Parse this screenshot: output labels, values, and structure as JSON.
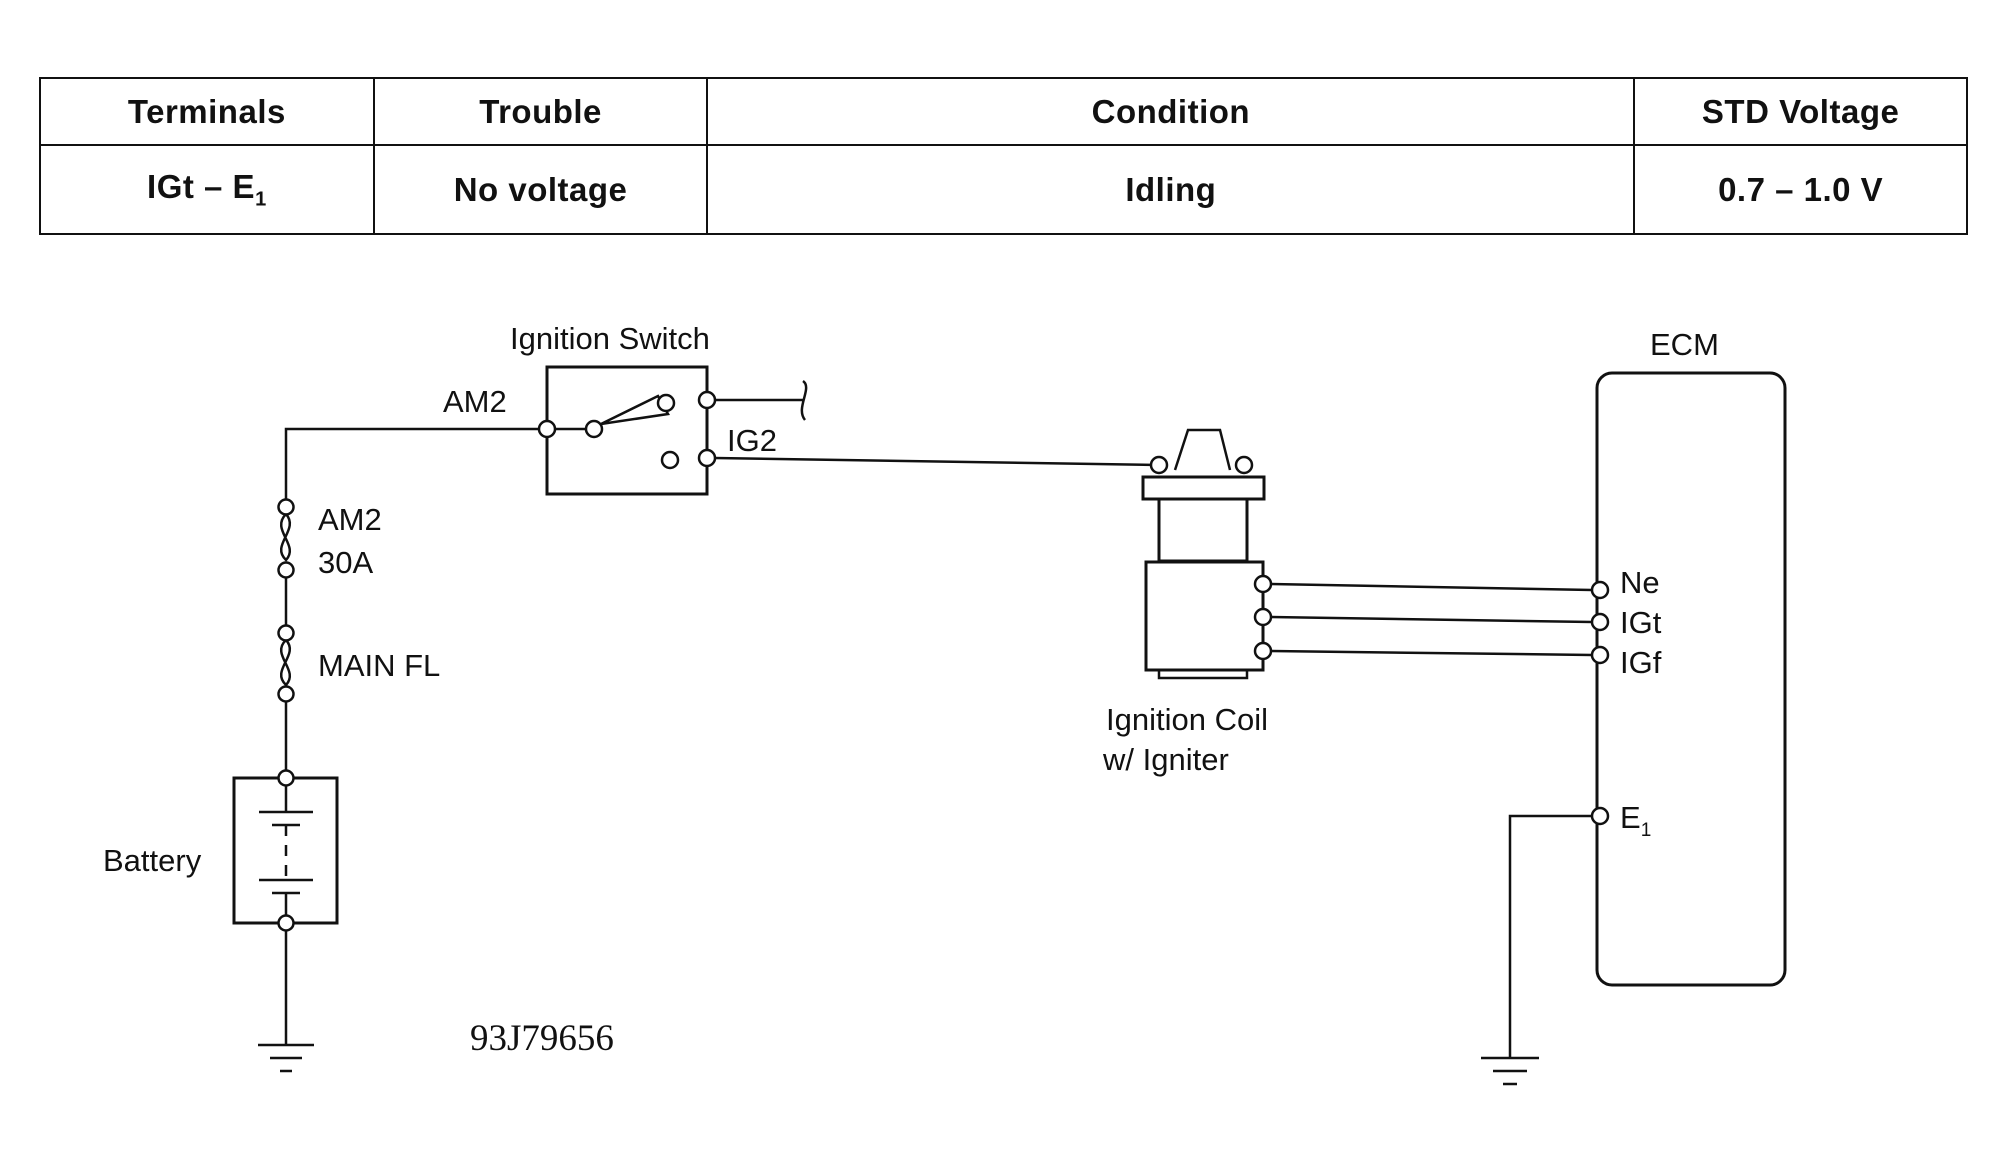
{
  "table": {
    "headers": [
      "Terminals",
      "Trouble",
      "Condition",
      "STD Voltage"
    ],
    "row": {
      "terminals_main": "IGt  –  E",
      "terminals_sub": "1",
      "trouble": "No voltage",
      "condition": "Idling",
      "std_voltage": "0.7 – 1.0 V"
    }
  },
  "diagram": {
    "ignition_switch": "Ignition Switch",
    "am2_terminal": "AM2",
    "ig2_terminal": "IG2",
    "fuse_am2_name": "AM2",
    "fuse_am2_rating": "30A",
    "main_fuse": "MAIN FL",
    "battery": "Battery",
    "coil_line1": "Ignition Coil",
    "coil_line2": "w/ Igniter",
    "ecm": "ECM",
    "pin_ne": "Ne",
    "pin_igt": "IGt",
    "pin_igf": "IGf",
    "pin_e1_main": "E",
    "pin_e1_sub": "1",
    "figure_code": "93J79656"
  }
}
